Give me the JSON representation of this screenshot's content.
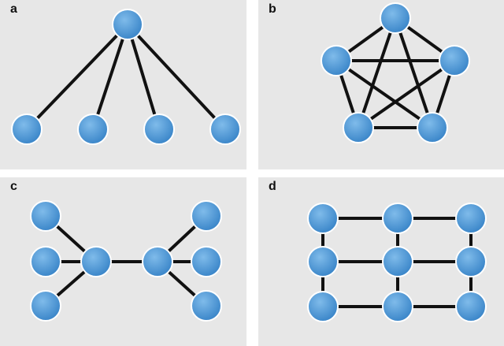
{
  "style": {
    "node_color": "#3b86c9",
    "node_highlight": "#7fbbea",
    "edge_color": "#111111",
    "panel_background": "#e7e7e7"
  },
  "panels": [
    {
      "label": "a",
      "nodes": [
        "hub",
        "leaf-1",
        "leaf-2",
        "leaf-3",
        "leaf-4"
      ],
      "edges": [
        [
          "hub",
          "leaf-1"
        ],
        [
          "hub",
          "leaf-2"
        ],
        [
          "hub",
          "leaf-3"
        ],
        [
          "hub",
          "leaf-4"
        ]
      ]
    },
    {
      "label": "b",
      "nodes": [
        "top",
        "left",
        "right",
        "bottom-left",
        "bottom-right"
      ],
      "edges": [
        [
          "top",
          "left"
        ],
        [
          "top",
          "right"
        ],
        [
          "top",
          "bottom-left"
        ],
        [
          "top",
          "bottom-right"
        ],
        [
          "left",
          "right"
        ],
        [
          "left",
          "bottom-left"
        ],
        [
          "left",
          "bottom-right"
        ],
        [
          "right",
          "bottom-left"
        ],
        [
          "right",
          "bottom-right"
        ],
        [
          "bottom-left",
          "bottom-right"
        ]
      ]
    },
    {
      "label": "c",
      "nodes": [
        "left-hub",
        "right-hub",
        "l-top",
        "l-mid",
        "l-bot",
        "r-top",
        "r-mid",
        "r-bot"
      ],
      "edges": [
        [
          "left-hub",
          "right-hub"
        ],
        [
          "left-hub",
          "l-top"
        ],
        [
          "left-hub",
          "l-mid"
        ],
        [
          "left-hub",
          "l-bot"
        ],
        [
          "right-hub",
          "r-top"
        ],
        [
          "right-hub",
          "r-mid"
        ],
        [
          "right-hub",
          "r-bot"
        ]
      ]
    },
    {
      "label": "d",
      "nodes": [
        "r1c1",
        "r1c2",
        "r1c3",
        "r2c1",
        "r2c2",
        "r2c3",
        "r3c1",
        "r3c2",
        "r3c3"
      ],
      "edges": [
        [
          "r1c1",
          "r1c2"
        ],
        [
          "r1c2",
          "r1c3"
        ],
        [
          "r2c1",
          "r2c2"
        ],
        [
          "r2c2",
          "r2c3"
        ],
        [
          "r3c1",
          "r3c2"
        ],
        [
          "r3c2",
          "r3c3"
        ],
        [
          "r1c1",
          "r2c1"
        ],
        [
          "r2c1",
          "r3c1"
        ],
        [
          "r1c2",
          "r2c2"
        ],
        [
          "r2c2",
          "r3c2"
        ],
        [
          "r1c3",
          "r2c3"
        ],
        [
          "r2c3",
          "r3c3"
        ]
      ]
    }
  ]
}
